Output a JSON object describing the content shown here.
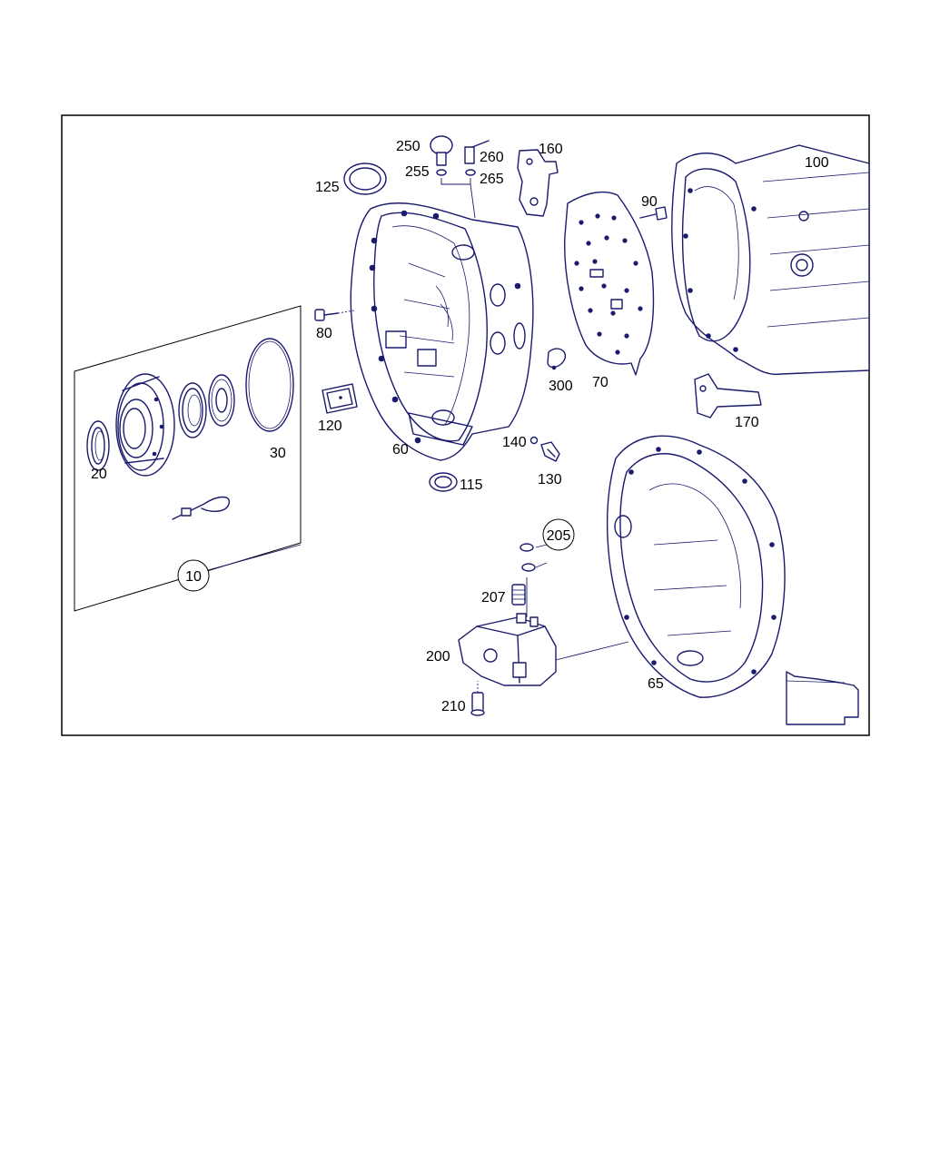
{
  "callouts": {
    "c10": "10",
    "c20": "20",
    "c30": "30",
    "c60": "60",
    "c65": "65",
    "c70": "70",
    "c80": "80",
    "c90": "90",
    "c100": "100",
    "c115": "115",
    "c120": "120",
    "c125": "125",
    "c130": "130",
    "c140": "140",
    "c160": "160",
    "c170": "170",
    "c200": "200",
    "c205": "205",
    "c207": "207",
    "c210": "210",
    "c250": "250",
    "c255": "255",
    "c260": "260",
    "c265": "265",
    "c300": "300"
  }
}
